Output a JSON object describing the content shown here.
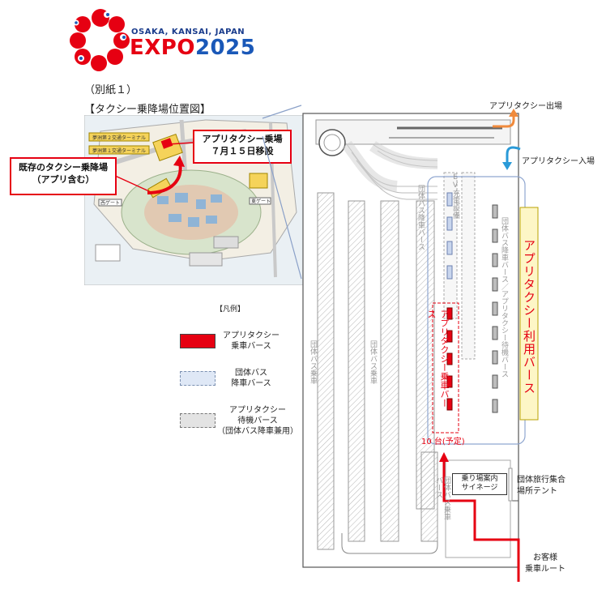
{
  "logo": {
    "subtitle": "OSAKA, KANSAI, JAPAN",
    "word_expo": "EXPO",
    "word_year": "2025",
    "brand_red": "#e60012",
    "brand_blue": "#1a58b8"
  },
  "header": {
    "annex": "（別紙１）",
    "title": "【タクシー乗降場位置図】"
  },
  "overview": {
    "callout_existing_line1": "既存のタクシー乗降場",
    "callout_existing_line2": "（アプリ含む）",
    "callout_app_line1": "アプリタクシー乗場",
    "callout_app_line2": "７月１５日移設",
    "terminal_2": "夢洲第２交通ターミナル",
    "terminal_1": "夢洲第１交通ターミナル",
    "west_gate": "西ゲート",
    "east_gate": "東ゲート",
    "accent": "#e60012"
  },
  "legend": {
    "title": "【凡例】",
    "items": [
      {
        "line1": "アプリタクシー",
        "line2": "乗車バース",
        "line3": "",
        "color": "#e60012"
      },
      {
        "line1": "団体バス",
        "line2": "降車バース",
        "line3": "",
        "color": "#dfe8f6"
      },
      {
        "line1": "アプリタクシー",
        "line2": "待機バース",
        "line3": "（団体バス降車兼用）",
        "color": "#e3e3e3"
      }
    ]
  },
  "plan": {
    "exit_label": "アプリタクシー出場",
    "entry_label": "アプリタクシー入場",
    "use_lane": "アプリタクシー利用バース",
    "boarding_berth": "アプリタクシー乗車バース",
    "count": "10 台(予定)",
    "sign_line1": "乗り場案内",
    "sign_line2": "サイネージ",
    "tent_line1": "団体旅行集合",
    "tent_line2": "場所テント",
    "route_line1": "お客様",
    "route_line2": "乗車ルート",
    "lane_group_bus": "団体バス降車バース",
    "lane_bus_board": "団体バス乗車",
    "lane_bus_board2": "団体バス乗車バース",
    "lane_ev": "EV充電設備",
    "lane_waiting": "団体バス降車バース／アプリタクシー待機バース",
    "exit_arrow_color": "#f08a3c",
    "entry_arrow_color": "#2a9ad8",
    "route_color": "#e60012"
  }
}
